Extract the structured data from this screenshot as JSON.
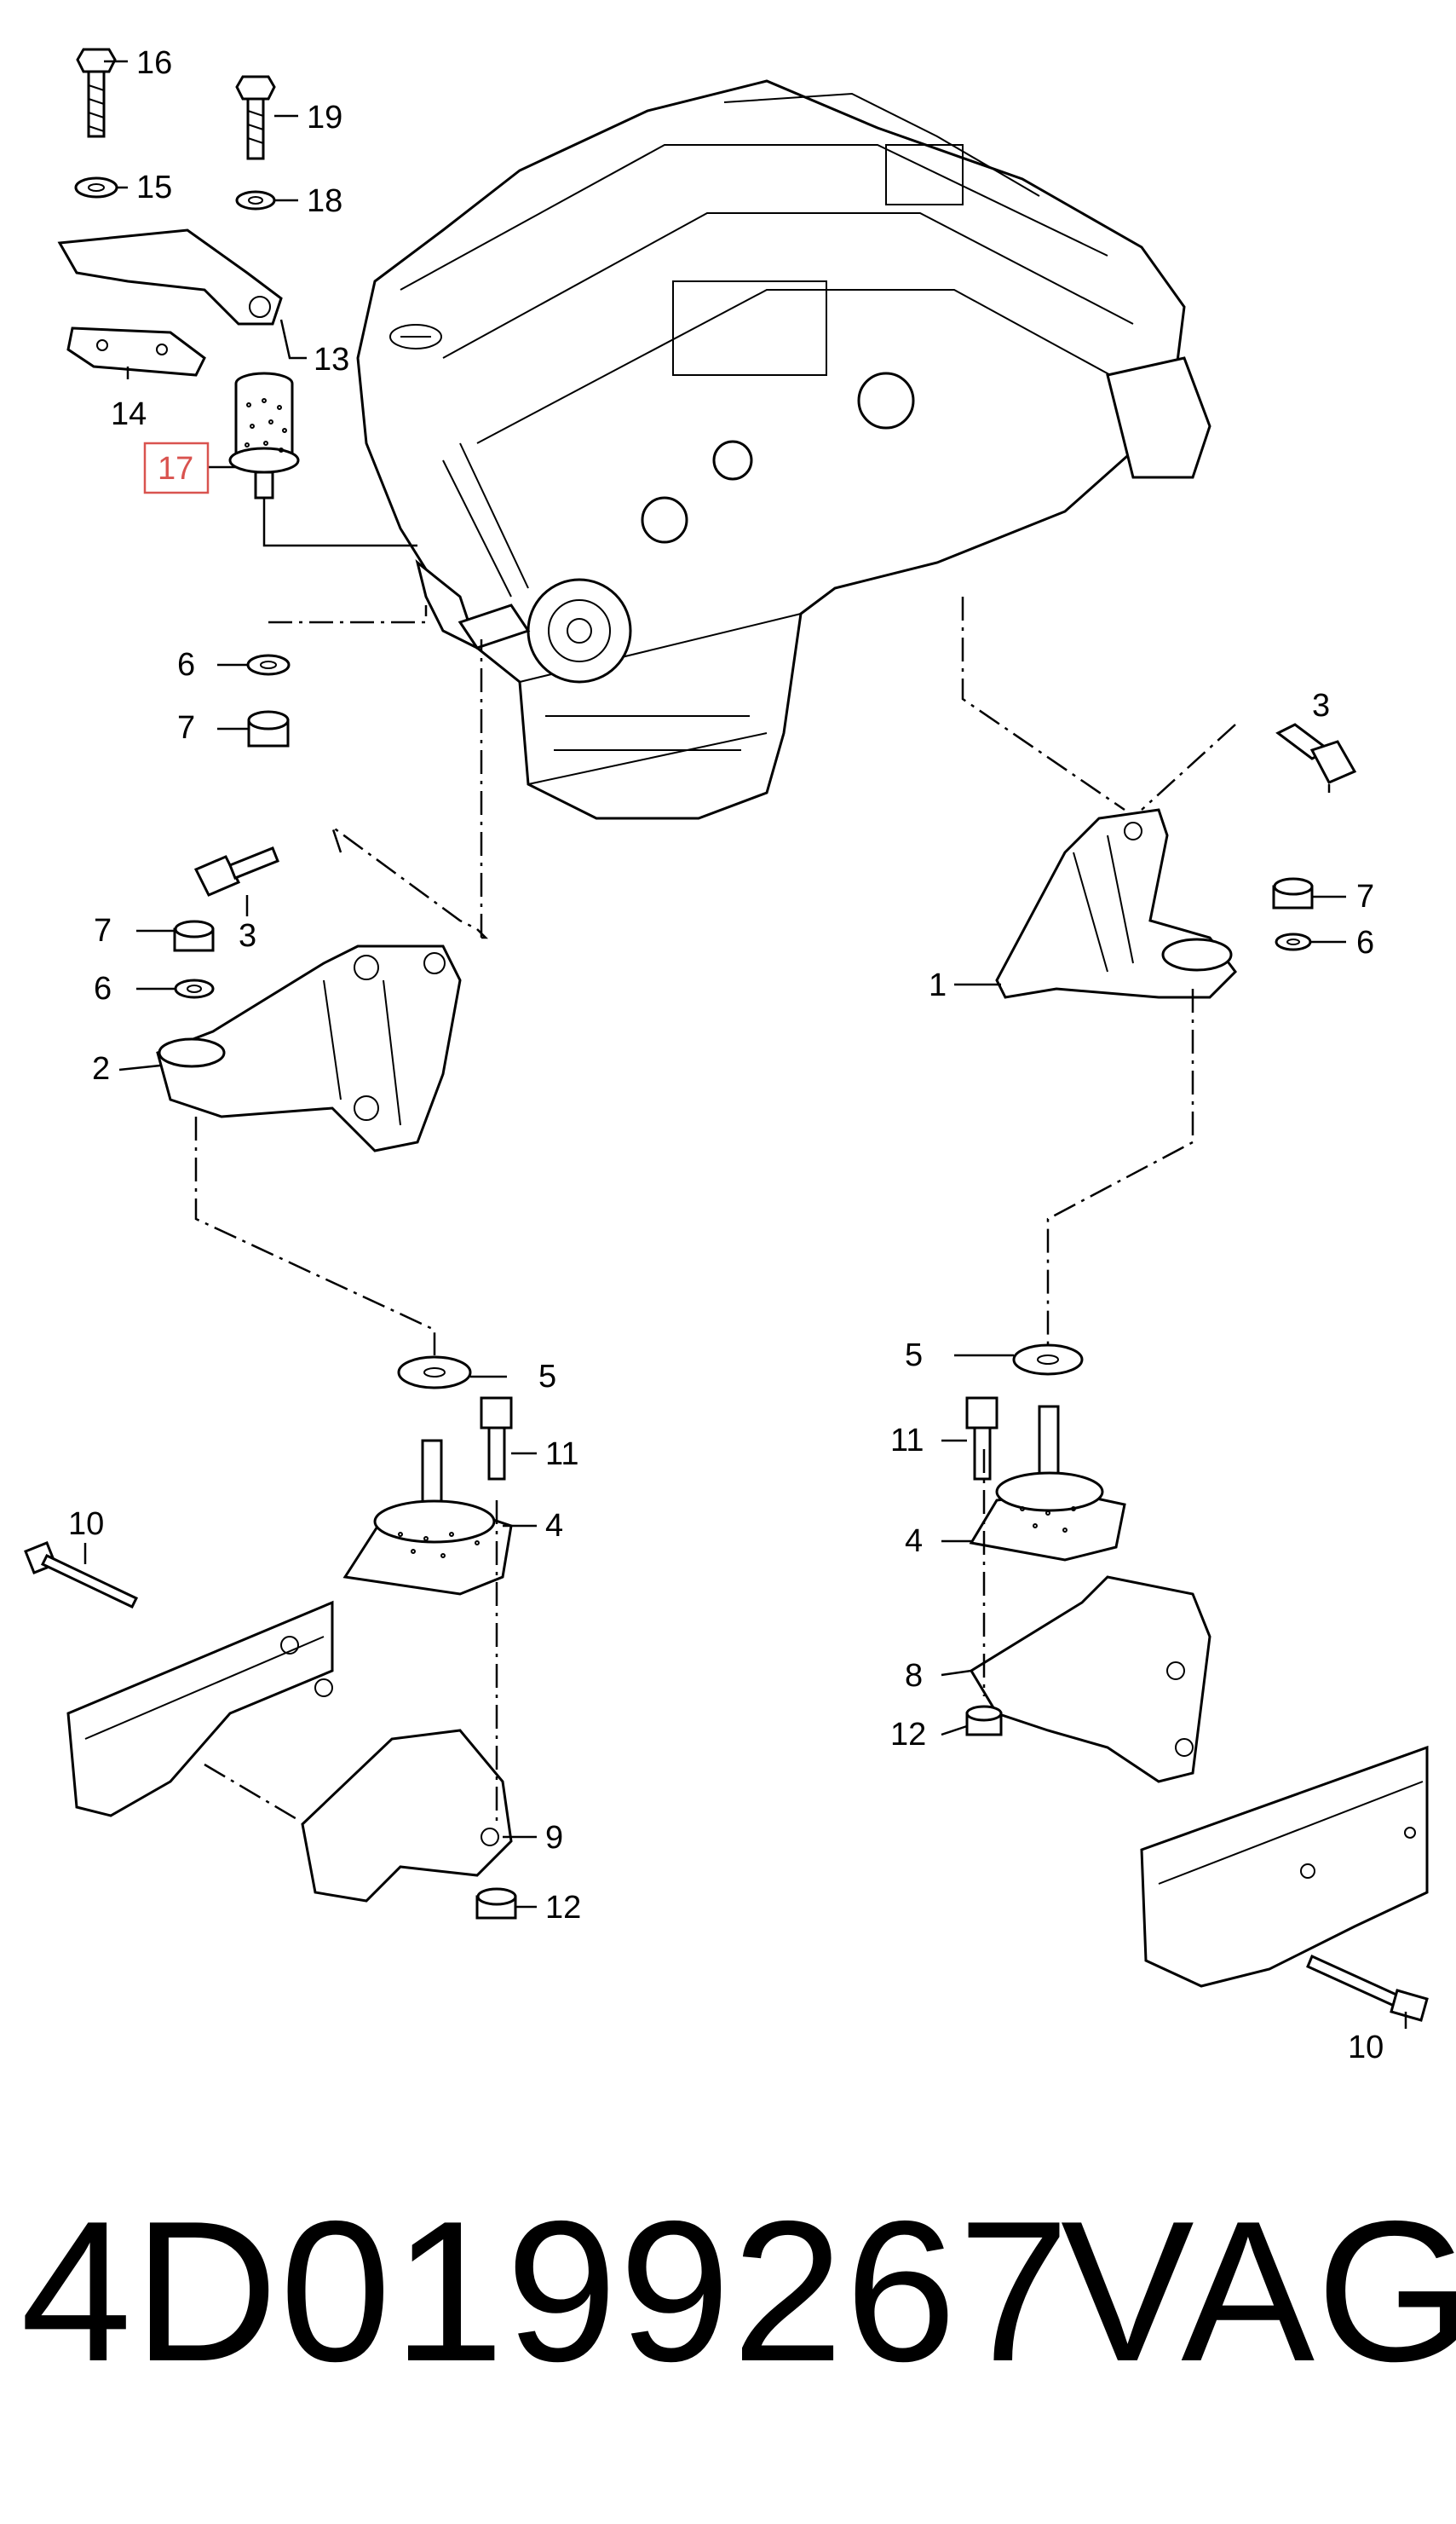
{
  "callouts": {
    "c1": "1",
    "c2": "2",
    "c3a": "3",
    "c3b": "3",
    "c4a": "4",
    "c4b": "4",
    "c5a": "5",
    "c5b": "5",
    "c6a": "6",
    "c6b": "6",
    "c6c": "6",
    "c7a": "7",
    "c7b": "7",
    "c7c": "7",
    "c8": "8",
    "c9": "9",
    "c10a": "10",
    "c10b": "10",
    "c11a": "11",
    "c11b": "11",
    "c12a": "12",
    "c12b": "12",
    "c13": "13",
    "c14": "14",
    "c15": "15",
    "c16": "16",
    "c17": "17",
    "c18": "18",
    "c19": "19"
  },
  "highlighted_callout": "17",
  "highlight_color": "#d9534f",
  "footer": {
    "part_number": "4D0199267",
    "brand": "VAG"
  }
}
